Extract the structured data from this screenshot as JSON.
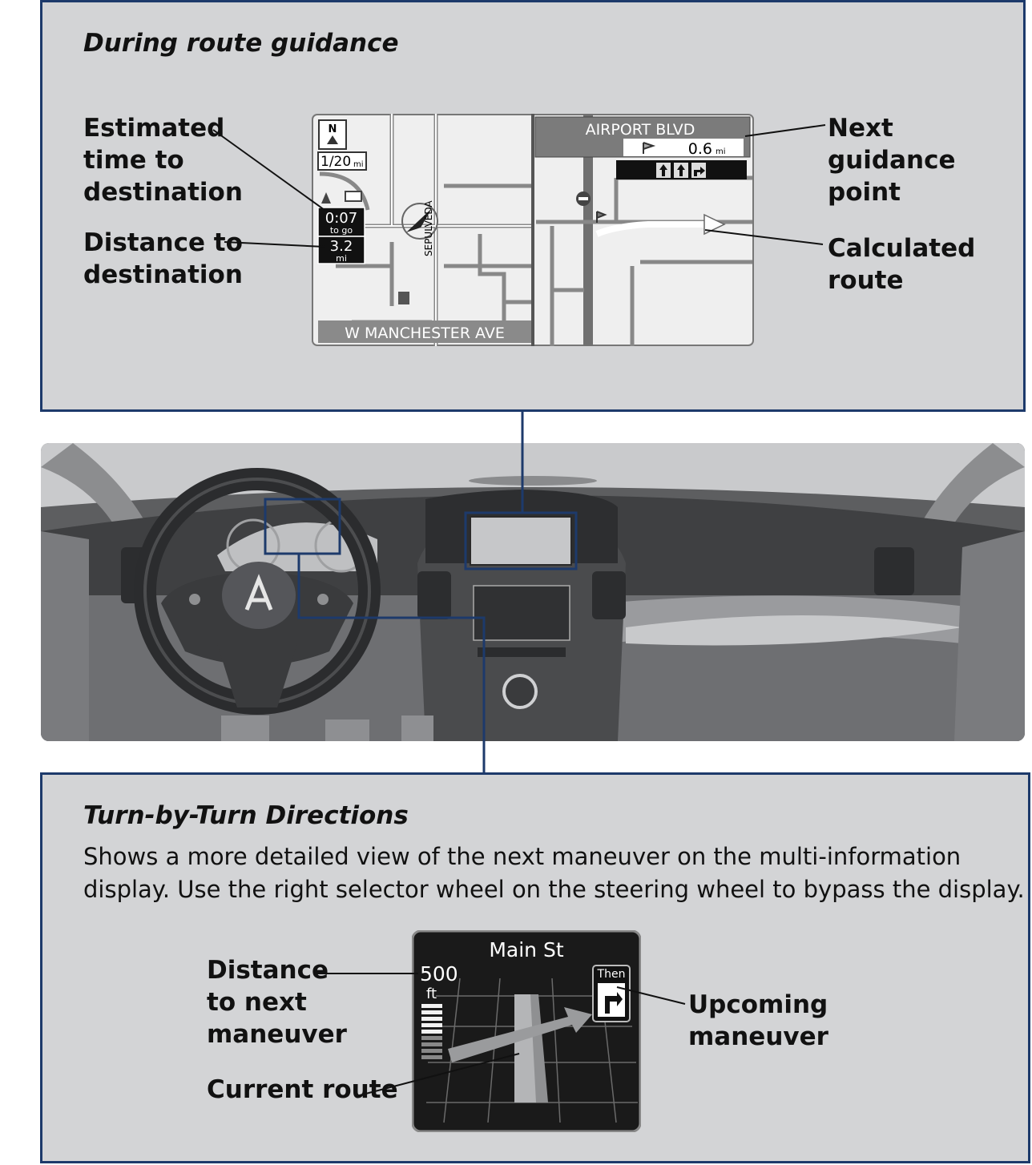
{
  "top_panel": {
    "title": "During route guidance",
    "callouts": {
      "eta": "Estimated\ntime to\ndestination",
      "distance": "Distance to\ndestination",
      "next_point": "Next\nguidance\npoint",
      "route": "Calculated\nroute"
    },
    "map": {
      "scale": "1/20",
      "scale_unit": "mi",
      "street_top": "AIRPORT BLVD",
      "next_distance": "0.6",
      "next_distance_unit": "mi",
      "eta_value": "0:07",
      "eta_caption": "to go",
      "dist_value": "3.2",
      "dist_unit": "mi",
      "vertical_street": "SEPULVEDA",
      "street_bottom": "W MANCHESTER AVE",
      "compass_letter": "N"
    }
  },
  "bottom_panel": {
    "title": "Turn-by-Turn Directions",
    "description": "Shows a more detailed view of the next maneuver on the multi-information\ndisplay. Use the right selector wheel on the steering wheel to bypass the display.",
    "callouts": {
      "distance": "Distance\nto next\nmaneuver",
      "current_route": "Current route",
      "upcoming": "Upcoming\nmaneuver"
    },
    "mid": {
      "street": "Main St",
      "distance_value": "500",
      "distance_unit": "ft",
      "then_label": "Then"
    }
  },
  "colors": {
    "panel_bg": "#d3d4d6",
    "border": "#1d3a6b",
    "map_bg": "#efefef",
    "screen_bg": "#1a1a1a"
  },
  "icons": [
    "north-up-compass-icon",
    "vehicle-position-icon",
    "flag-icon",
    "turn-right-arrow-icon",
    "lane-guidance-icon",
    "acura-logo-icon",
    "fuel-station-icon",
    "no-entry-icon"
  ]
}
